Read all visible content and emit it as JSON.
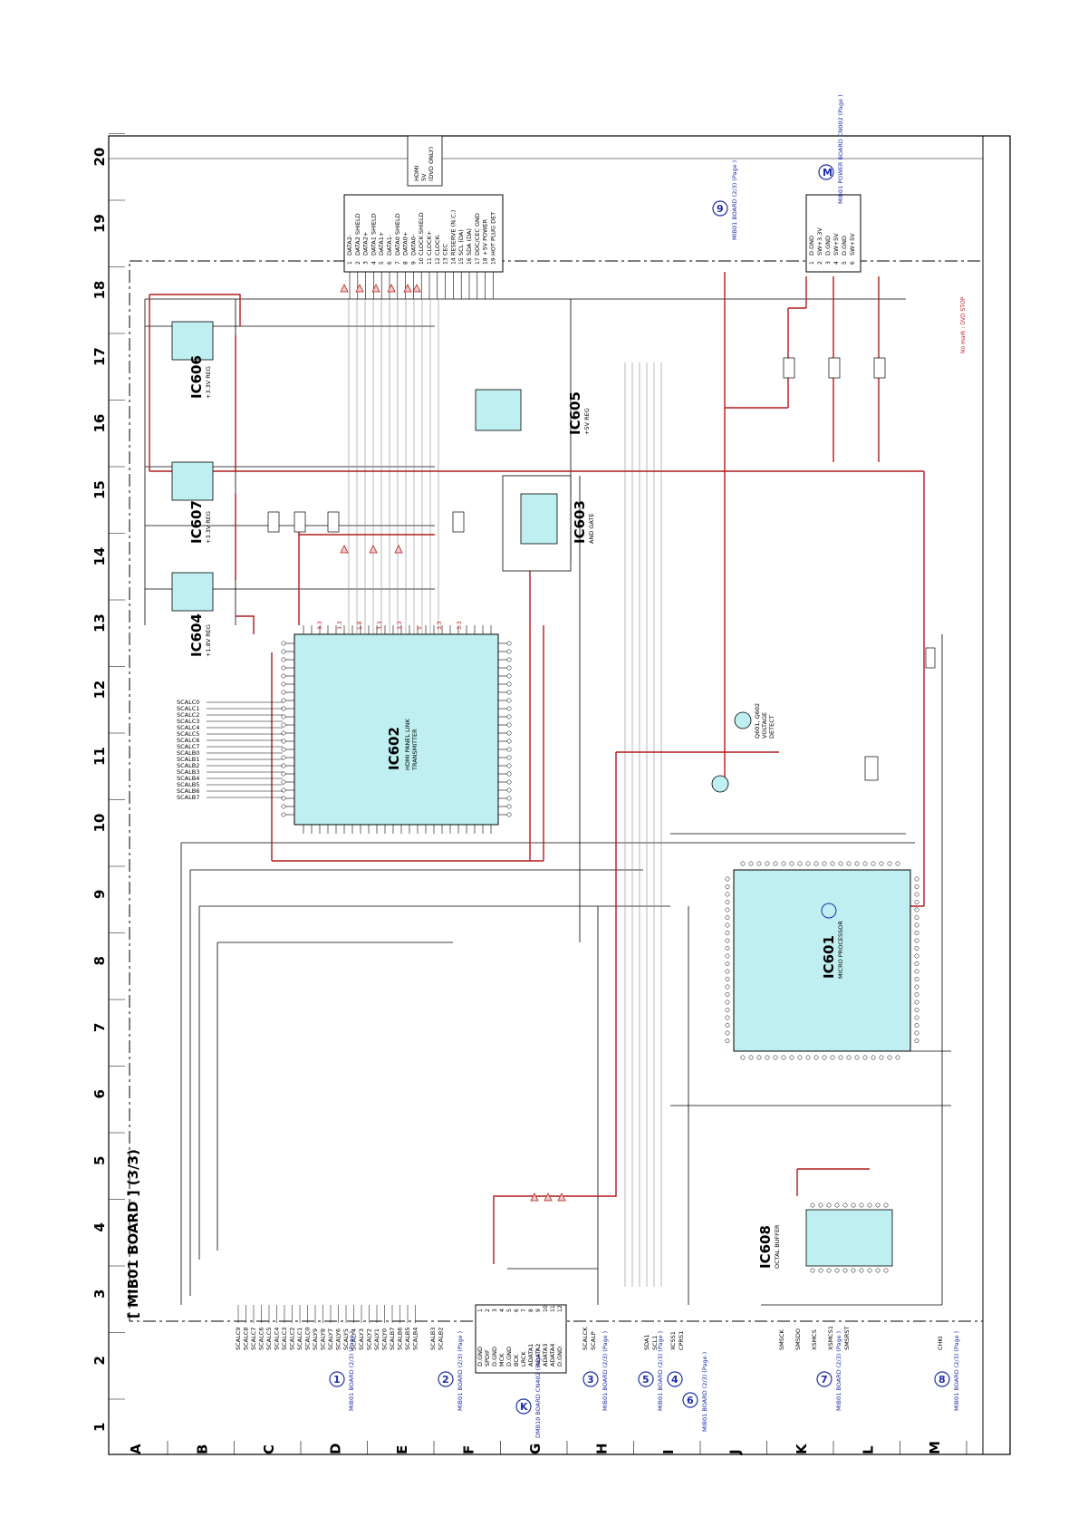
{
  "board_title": "[ MIB01 BOARD ] (3/3)",
  "grid_columns": [
    "1",
    "2",
    "3",
    "4",
    "5",
    "6",
    "7",
    "8",
    "9",
    "10",
    "11",
    "12",
    "13",
    "14",
    "15",
    "16",
    "17",
    "18",
    "19",
    "20"
  ],
  "grid_rows": [
    "A",
    "B",
    "C",
    "D",
    "E",
    "F",
    "G",
    "H",
    "I",
    "J",
    "K",
    "L",
    "M"
  ],
  "ics": [
    {
      "ref": "IC602",
      "name": "HDMI PANEL LINK",
      "sub": "TRANSMITTER"
    },
    {
      "ref": "IC601",
      "name": "MICRO PROCESSOR",
      "sub": ""
    },
    {
      "ref": "IC603",
      "name": "AND GATE",
      "sub": ""
    },
    {
      "ref": "IC604",
      "name": "+1.8V REG",
      "sub": ""
    },
    {
      "ref": "IC605",
      "name": "+5V REG",
      "sub": ""
    },
    {
      "ref": "IC606",
      "name": "+3.3V REG",
      "sub": ""
    },
    {
      "ref": "IC607",
      "name": "+3.3V REG",
      "sub": ""
    },
    {
      "ref": "IC608",
      "name": "OCTAL BUFFER",
      "sub": ""
    }
  ],
  "transistor": {
    "ref": "Q601, Q602",
    "name": "VOLTAGE",
    "sub": "DETECT"
  },
  "hdmi_note": {
    "line1": "HDMI",
    "line2": "5V",
    "line3": "(DVD ONLY)"
  },
  "top_connector": {
    "pins": [
      "DATA2-",
      "DATA2 SHIELD",
      "DATA2+",
      "DATA1 SHIELD",
      "DATA1+",
      "DATA1-",
      "DATA0 SHIELD",
      "DATA0+",
      "DATA0-",
      "CLOCK SHIELD",
      "CLOCK+",
      "CLOCK-",
      "CEC",
      "RESERVE (N.C.)",
      "SCL (DA)",
      "SDA (DA)",
      "DDC/CEC GND",
      "+5V POWER",
      "HOT PLUG DET"
    ]
  },
  "power_connector": {
    "pins": [
      "D.GND",
      "SW+3.3V",
      "D.GND",
      "SW+5V",
      "D.GND",
      "SW+5V"
    ]
  },
  "note_red": "No mark : DVD STOP",
  "refs": [
    {
      "num": "1",
      "text": "MIB01 BOARD (2/3) (Page )"
    },
    {
      "num": "2",
      "text": "MIB01 BOARD (2/3) (Page )"
    },
    {
      "num": "3",
      "text": "MIB01 BOARD (2/3) (Page )"
    },
    {
      "num": "5",
      "text": "MIB01 BOARD (2/3) (Page )"
    },
    {
      "num": "4",
      "text": ""
    },
    {
      "num": "6",
      "text": "MIB01 BOARD (2/3) (Page )"
    },
    {
      "num": "7",
      "text": "MIB01 BOARD (2/3) (Page )"
    },
    {
      "num": "8",
      "text": "MIB01 BOARD (2/3) (Page )"
    },
    {
      "num": "9",
      "text": "MIB01 BOARD (2/3) (Page )"
    },
    {
      "num": "K",
      "text": "DMB10 BOARD CN402 (Page )"
    },
    {
      "num": "M",
      "text": "MIB01 POWER BOARD CN002 (Page )"
    }
  ],
  "left_buses": {
    "group1": [
      "SCALC9",
      "SCALC8",
      "SCALC7",
      "SCALC6",
      "SCALC5",
      "SCALC4",
      "SCALC3",
      "SCALC2",
      "SCALC1",
      "SCALC0",
      "SCALY9",
      "SCALY8",
      "SCALY7",
      "SCALY6",
      "SCALY5",
      "SCALY4",
      "SCALY3",
      "SCALY2",
      "SCALY1",
      "SCALY0",
      "SCALB7",
      "SCALB6",
      "SCALB5",
      "SCALB4"
    ],
    "group2": [
      "SCALB3",
      "SCALB2"
    ],
    "k_connector": [
      "D.GND",
      "SPDIF",
      "D.GND",
      "MCK",
      "D.GND",
      "BCK",
      "LRCK",
      "ADATA1",
      "ADATA2",
      "ADATA3",
      "ADATA4",
      "D.GND"
    ],
    "group3": [
      "SCALCK",
      "SCALP"
    ],
    "group5": [
      "SDA1",
      "SCL1"
    ],
    "group6": [
      "XCSS1",
      "CPRS1"
    ],
    "group7": [
      "SMSCK",
      "SMSDO",
      "XSMCS",
      "XSMCS1",
      "SMSRST"
    ],
    "group8": [
      "CHKI"
    ]
  },
  "ic602_left_pins": [
    "SCALB7",
    "SCALB6",
    "SCALB5",
    "SCALB4",
    "SCALB3",
    "SCALB2",
    "SCALB1",
    "SCALB0",
    "SCALC7",
    "SCALC6",
    "SCALC5",
    "SCALC4",
    "SCALC3",
    "SCALC2",
    "SCALC1",
    "SCALC0"
  ],
  "rail_labels": [
    "3.3",
    "1.8",
    "5"
  ]
}
